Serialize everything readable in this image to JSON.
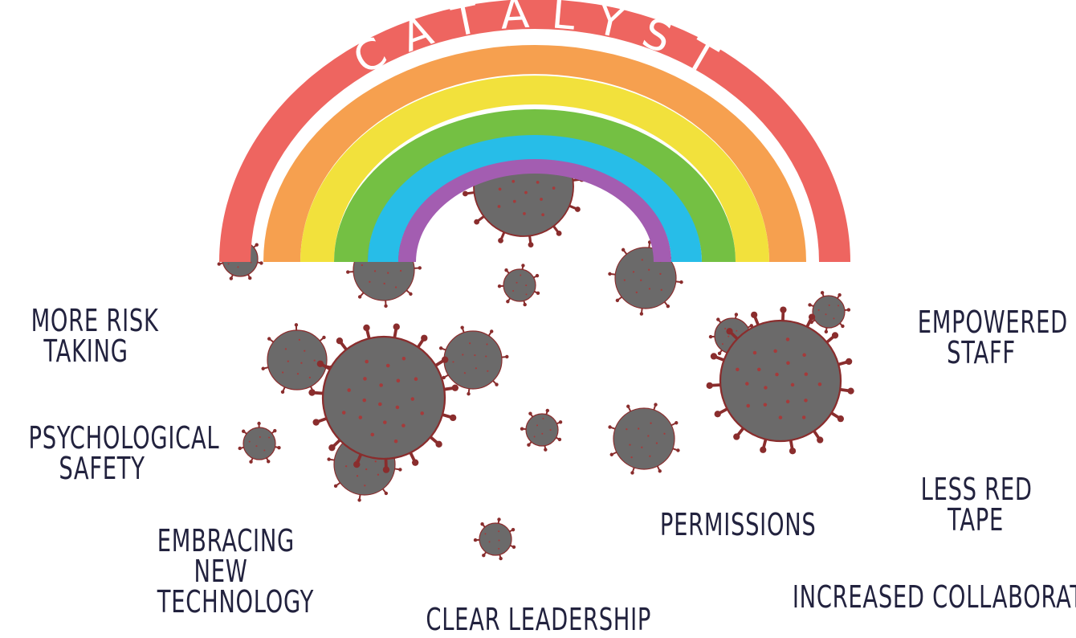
{
  "title": "CATALYST",
  "colors": {
    "bands": [
      "#ee6560",
      "#f6a04f",
      "#f2e13c",
      "#74c043",
      "#27bde8",
      "#a35db1"
    ],
    "virus_body": "#6b6a6a",
    "virus_spike": "#8a2d2d",
    "virus_spot": "#a63a3a",
    "text": "#22223e"
  },
  "labels": {
    "risk": {
      "line1": "MORE RISK",
      "line2": "TAKING"
    },
    "psych": {
      "line1": "PSYCHOLOGICAL",
      "line2": "SAFETY"
    },
    "tech": {
      "line1": "EMBRACING",
      "line2": "NEW",
      "line3": "TECHNOLOGY"
    },
    "leadership": "CLEAR LEADERSHIP",
    "permissions": "PERMISSIONS",
    "staff": {
      "line1": "EMPOWERED",
      "line2": "STAFF"
    },
    "redtape": {
      "line1": "LESS RED",
      "line2": "TAPE"
    },
    "collab": "INCREASED COLLABORATION"
  },
  "icons": {
    "particle": "virus-icon"
  }
}
